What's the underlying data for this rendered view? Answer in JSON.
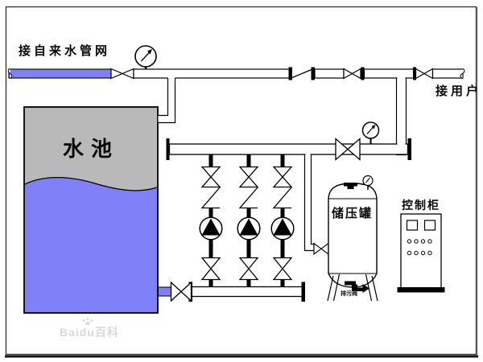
{
  "labels": {
    "source_pipe": "接自来水管网",
    "to_user": "接用户",
    "water_tank": "水池",
    "pressure_tank": "储压罐",
    "control_cabinet": "控制柜",
    "drain_valve": "排污阀"
  },
  "watermark": "Baidu百科",
  "colors": {
    "water_blue": "#8080f8",
    "tank_gray": "#b9b9b9",
    "line": "#000000",
    "watermark_gray": "#d9d9d9"
  },
  "equipment": {
    "pump_count": 3,
    "pressure_gauge_count": 3
  }
}
